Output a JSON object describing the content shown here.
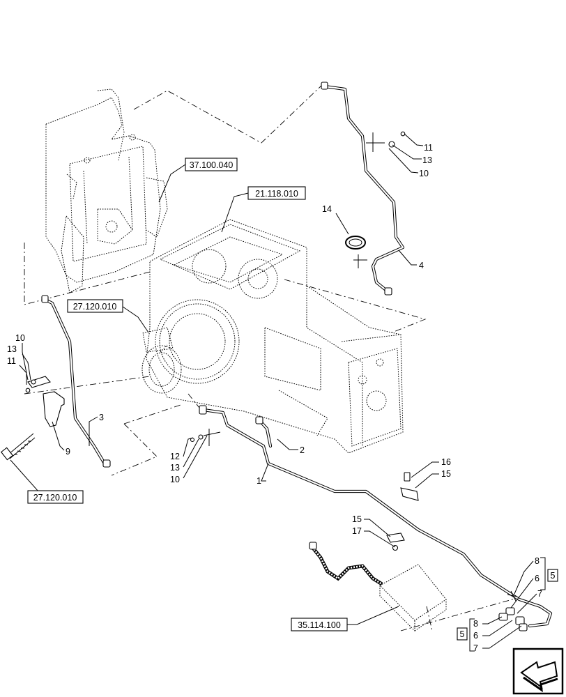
{
  "references": {
    "r1": "37.100.040",
    "r2": "21.118.010",
    "r3": "27.120.010",
    "r4": "27.120.010",
    "r5": "35.114.100"
  },
  "callouts": {
    "c11a": "11",
    "c13a": "13",
    "c10a": "10",
    "c14": "14",
    "c4": "4",
    "c10b": "10",
    "c13b": "13",
    "c11b": "11",
    "c3": "3",
    "c9": "9",
    "c12": "12",
    "c13c": "13",
    "c10c": "10",
    "c2": "2",
    "c1": "1",
    "c16": "16",
    "c15a": "15",
    "c15b": "15",
    "c17": "17",
    "c8a": "8",
    "c6a": "6",
    "c7a": "7",
    "c5a": "5",
    "c8b": "8",
    "c6b": "6",
    "c7b": "7",
    "c5b": "5"
  },
  "icons": {
    "nav": "next-page-arrow-icon"
  }
}
